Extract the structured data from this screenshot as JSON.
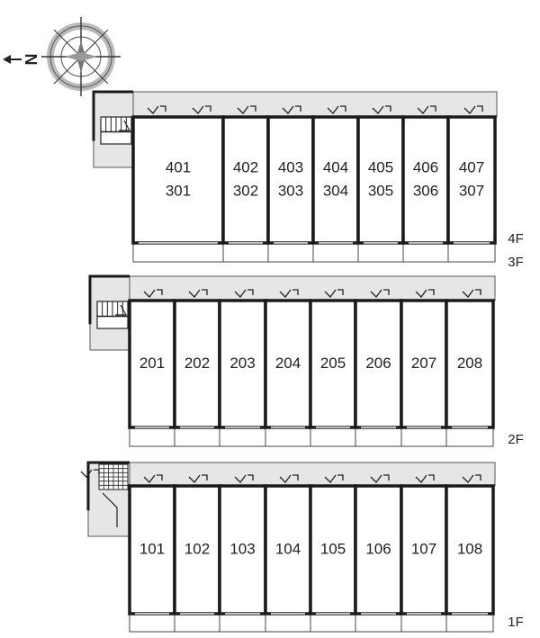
{
  "compass": {
    "north_label": "N",
    "icon": "compass-rose-icon"
  },
  "colors": {
    "wall": "#1a1a1a",
    "corridor": "#e6e6e6",
    "balcony": "#ffffff",
    "stairs": "#333333"
  },
  "blocks": [
    {
      "id": "upper",
      "floor_labels": [
        "4F",
        "3F"
      ],
      "units": [
        {
          "top": "401",
          "bottom": "301"
        },
        {
          "top": "402",
          "bottom": "302"
        },
        {
          "top": "403",
          "bottom": "303"
        },
        {
          "top": "404",
          "bottom": "304"
        },
        {
          "top": "405",
          "bottom": "305"
        },
        {
          "top": "406",
          "bottom": "306"
        },
        {
          "top": "407",
          "bottom": "307"
        }
      ]
    },
    {
      "id": "second",
      "floor_labels": [
        "2F"
      ],
      "units": [
        {
          "top": "201"
        },
        {
          "top": "202"
        },
        {
          "top": "203"
        },
        {
          "top": "204"
        },
        {
          "top": "205"
        },
        {
          "top": "206"
        },
        {
          "top": "207"
        },
        {
          "top": "208"
        }
      ]
    },
    {
      "id": "first",
      "floor_labels": [
        "1F"
      ],
      "units": [
        {
          "top": "101"
        },
        {
          "top": "102"
        },
        {
          "top": "103"
        },
        {
          "top": "104"
        },
        {
          "top": "105"
        },
        {
          "top": "106"
        },
        {
          "top": "107"
        },
        {
          "top": "108"
        }
      ]
    }
  ]
}
